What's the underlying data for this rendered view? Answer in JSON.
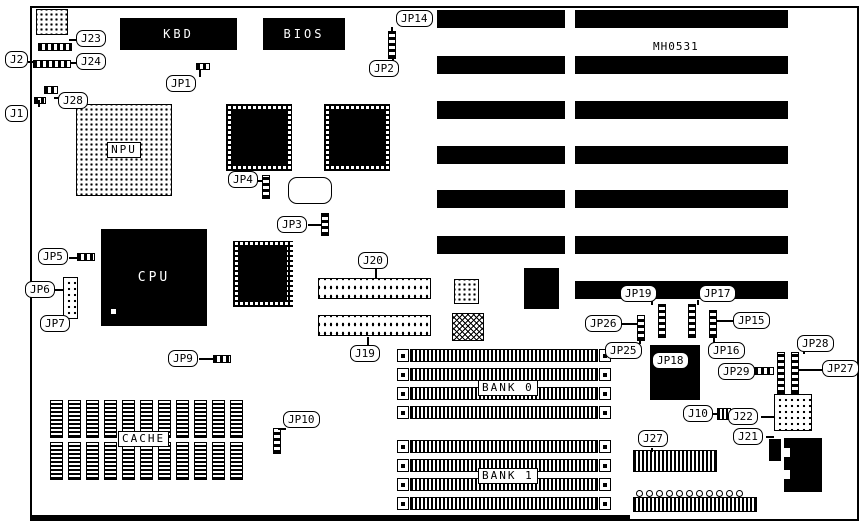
{
  "board": {
    "part_number": "MH0531"
  },
  "chips": {
    "kbd": "KBD",
    "bios": "BIOS",
    "npu": "NPU",
    "cpu": "CPU",
    "cache": "CACHE",
    "bank0": "BANK 0",
    "bank1": "BANK 1"
  },
  "callouts": {
    "j1": "J1",
    "j2": "J2",
    "j10": "J10",
    "j19": "J19",
    "j20": "J20",
    "j21": "J21",
    "j22": "J22",
    "j23": "J23",
    "j24": "J24",
    "j27": "J27",
    "j28": "J28",
    "jp1": "JP1",
    "jp2": "JP2",
    "jp3": "JP3",
    "jp4": "JP4",
    "jp5": "JP5",
    "jp6": "JP6",
    "jp7": "JP7",
    "jp9": "JP9",
    "jp10": "JP10",
    "jp14": "JP14",
    "jp15": "JP15",
    "jp16": "JP16",
    "jp17": "JP17",
    "jp18": "JP18",
    "jp19": "JP19",
    "jp25": "JP25",
    "jp26": "JP26",
    "jp27": "JP27",
    "jp28": "JP28",
    "jp29": "JP29"
  }
}
